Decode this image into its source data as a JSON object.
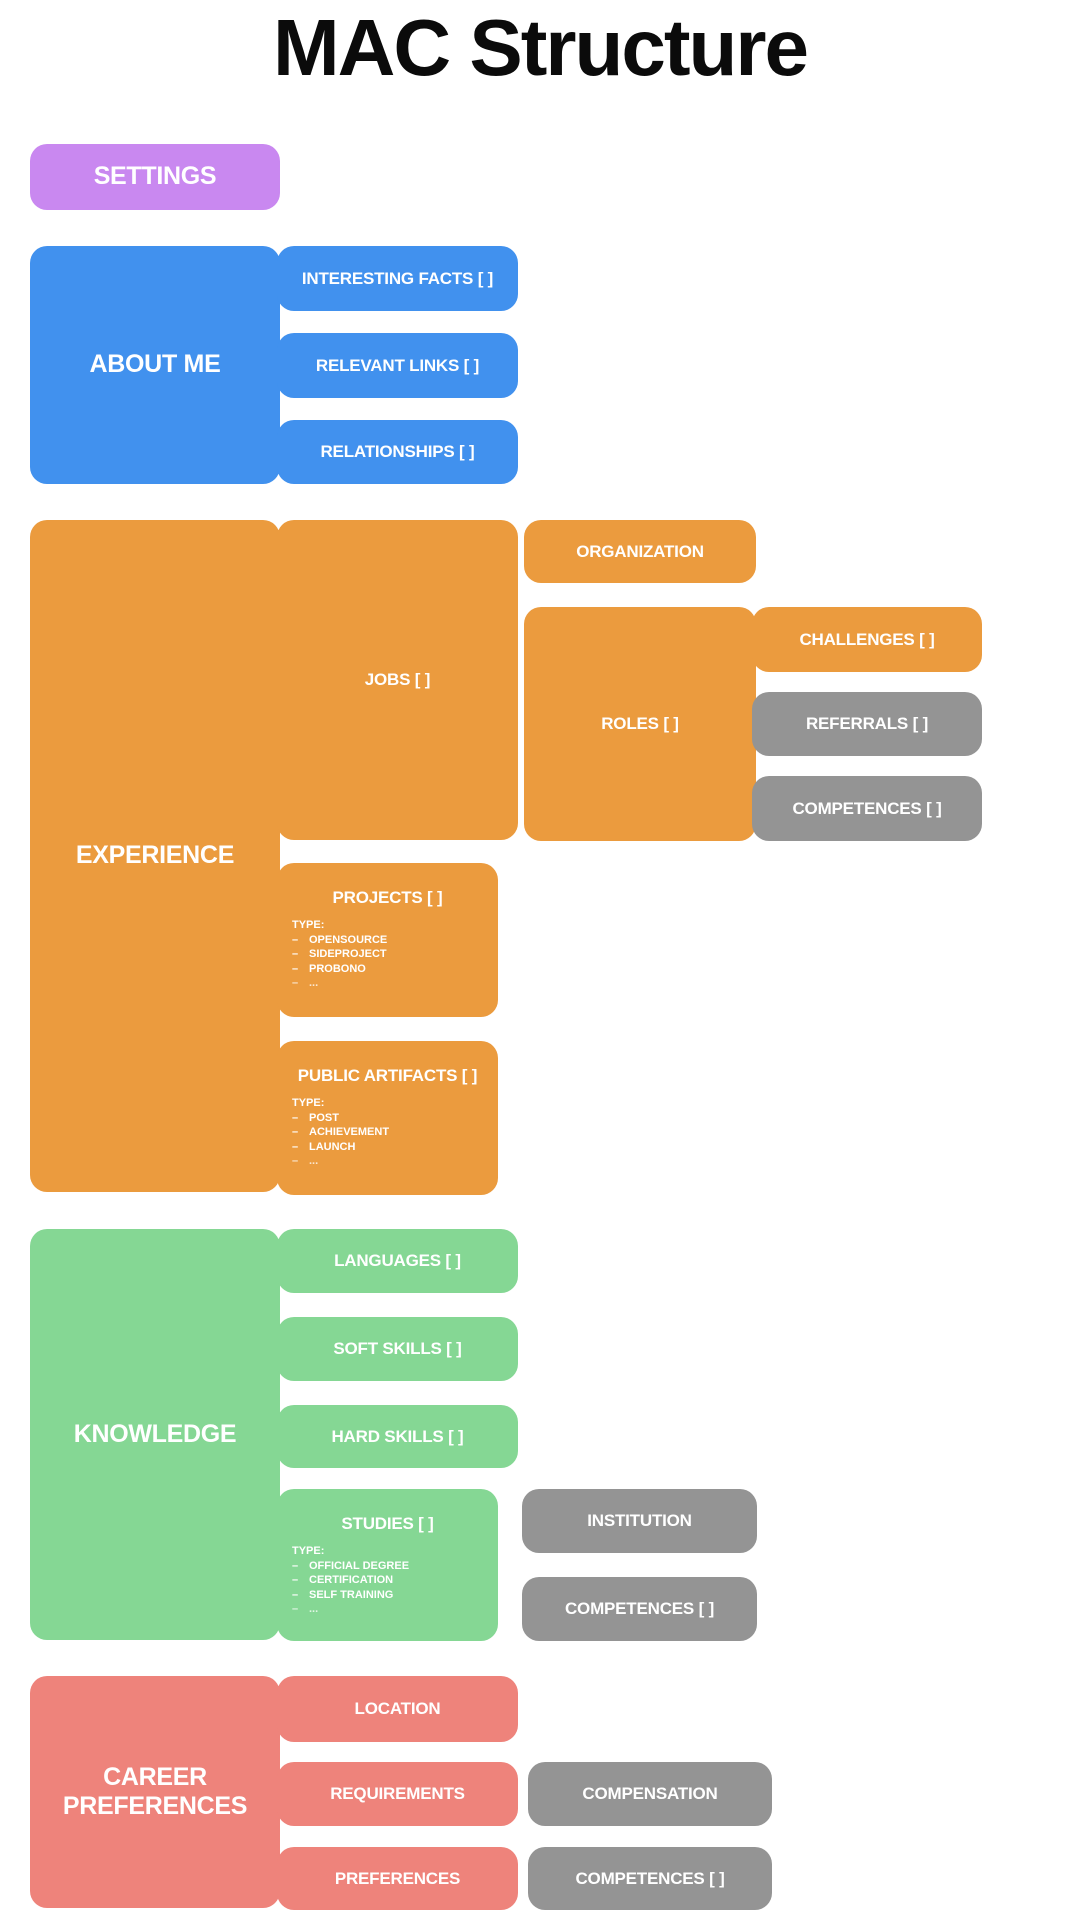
{
  "title": "MAC Structure",
  "bullets": {
    "dash": "–"
  },
  "colors": {
    "purple": "#c988f0",
    "blue": "#4191ee",
    "orange": "#eb9b3e",
    "green": "#85d794",
    "salmon": "#ee837b",
    "gray": "#949494",
    "text": "#ffffff",
    "title": "#0b0b0b"
  },
  "settings": {
    "label": "SETTINGS"
  },
  "about_me": {
    "label": "ABOUT ME",
    "children": [
      {
        "label": "INTERESTING FACTS [ ]"
      },
      {
        "label": "RELEVANT LINKS [ ]"
      },
      {
        "label": "RELATIONSHIPS [ ]"
      }
    ]
  },
  "experience": {
    "label": "EXPERIENCE",
    "jobs": {
      "label": "JOBS [ ]"
    },
    "organization": {
      "label": "ORGANIZATION"
    },
    "roles": {
      "label": "ROLES [ ]"
    },
    "roles_children": [
      {
        "label": "CHALLENGES [ ]"
      },
      {
        "label": "REFERRALS [ ]"
      },
      {
        "label": "COMPETENCES [ ]"
      }
    ],
    "projects": {
      "label": "PROJECTS [ ]",
      "type_heading": "TYPE:",
      "types": [
        "OPENSOURCE",
        "SIDEPROJECT",
        "PROBONO",
        "..."
      ]
    },
    "public_artifacts": {
      "label": "PUBLIC ARTIFACTS [ ]",
      "type_heading": "TYPE:",
      "types": [
        "POST",
        "ACHIEVEMENT",
        "LAUNCH",
        "..."
      ]
    }
  },
  "knowledge": {
    "label": "KNOWLEDGE",
    "children": [
      {
        "label": "LANGUAGES [ ]"
      },
      {
        "label": "SOFT SKILLS [ ]"
      },
      {
        "label": "HARD SKILLS [ ]"
      }
    ],
    "studies": {
      "label": "STUDIES [ ]",
      "type_heading": "TYPE:",
      "types": [
        "OFFICIAL DEGREE",
        "CERTIFICATION",
        "SELF TRAINING",
        "..."
      ]
    },
    "studies_children": [
      {
        "label": "INSTITUTION"
      },
      {
        "label": "COMPETENCES [ ]"
      }
    ]
  },
  "career_preferences": {
    "label": "CAREER PREFERENCES",
    "children": [
      {
        "label": "LOCATION"
      },
      {
        "label": "REQUIREMENTS"
      },
      {
        "label": "PREFERENCES"
      }
    ],
    "requirements_children": [
      {
        "label": "COMPENSATION"
      }
    ],
    "preferences_children": [
      {
        "label": "COMPETENCES [ ]"
      }
    ]
  }
}
